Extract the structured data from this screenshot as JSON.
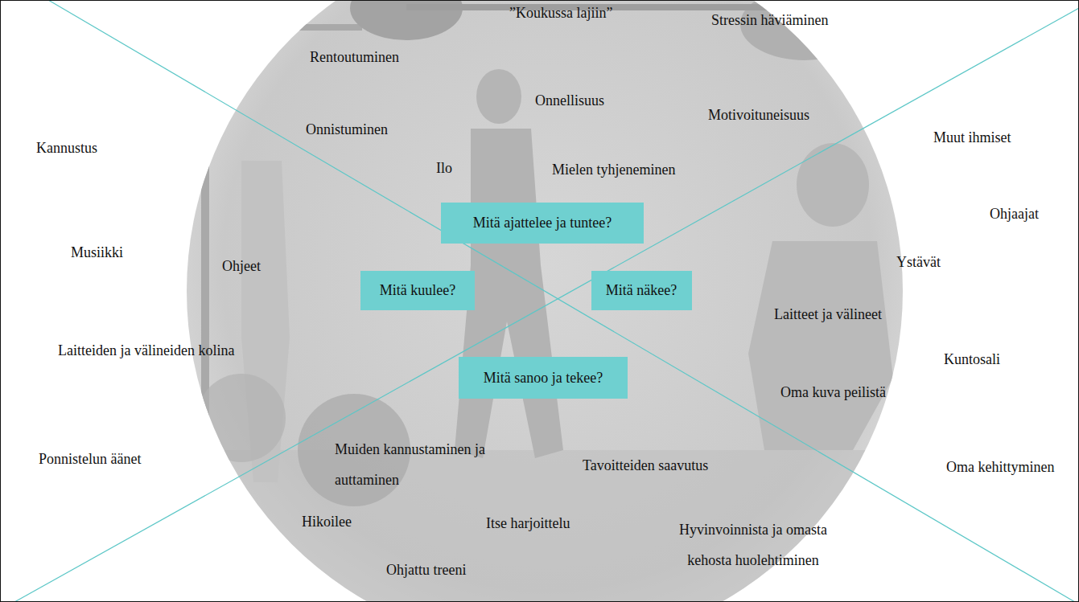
{
  "diagram": {
    "nodes": [
      {
        "text": [
          "Mitä ajattelee ja tuntee?"
        ]
      },
      {
        "text": [
          "Mitä kuulee?"
        ]
      },
      {
        "text": [
          "Mitä näkee?"
        ]
      },
      {
        "text": [
          "Mitä sanoo ja tekee?"
        ]
      }
    ],
    "labels": [
      "”Koukussa lajiin”",
      "Stressin häviäminen",
      "Rentoutuminen",
      "Onnellisuus",
      "Motivoituneisuus",
      "Onnistuminen",
      "Kannustus",
      "Muut ihmiset",
      "Ilo",
      "Mielen tyhjeneminen",
      "Ohjaajat",
      "Musiikki",
      "Ohjeet",
      "Ystävät",
      "Laitteet ja välineet",
      "Laitteiden  ja välineiden kolina",
      "Kuntosali",
      "Oma kuva peilistä",
      "Muiden kannustaminen ja auttaminen",
      "Ponnistelun äänet",
      "Tavoitteiden saavutus",
      "Oma kehittyminen",
      "Hikoilee",
      "Itse harjoittelu",
      "Hyvinvoinnista ja omasta kehosta huolehtiminen",
      "Ohjattu treeni"
    ]
  }
}
